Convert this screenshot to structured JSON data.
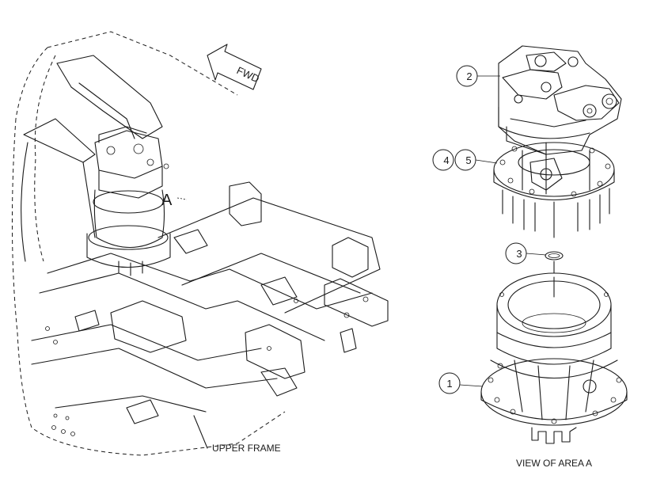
{
  "labels": {
    "fwd": "FWD",
    "area_marker": "A",
    "upper_frame": "UPPER FRAME",
    "view_caption": "VIEW OF AREA A"
  },
  "callouts": [
    "1",
    "2",
    "3",
    "4",
    "5"
  ],
  "colors": {
    "line": "#1a1a1a",
    "background": "#ffffff"
  }
}
